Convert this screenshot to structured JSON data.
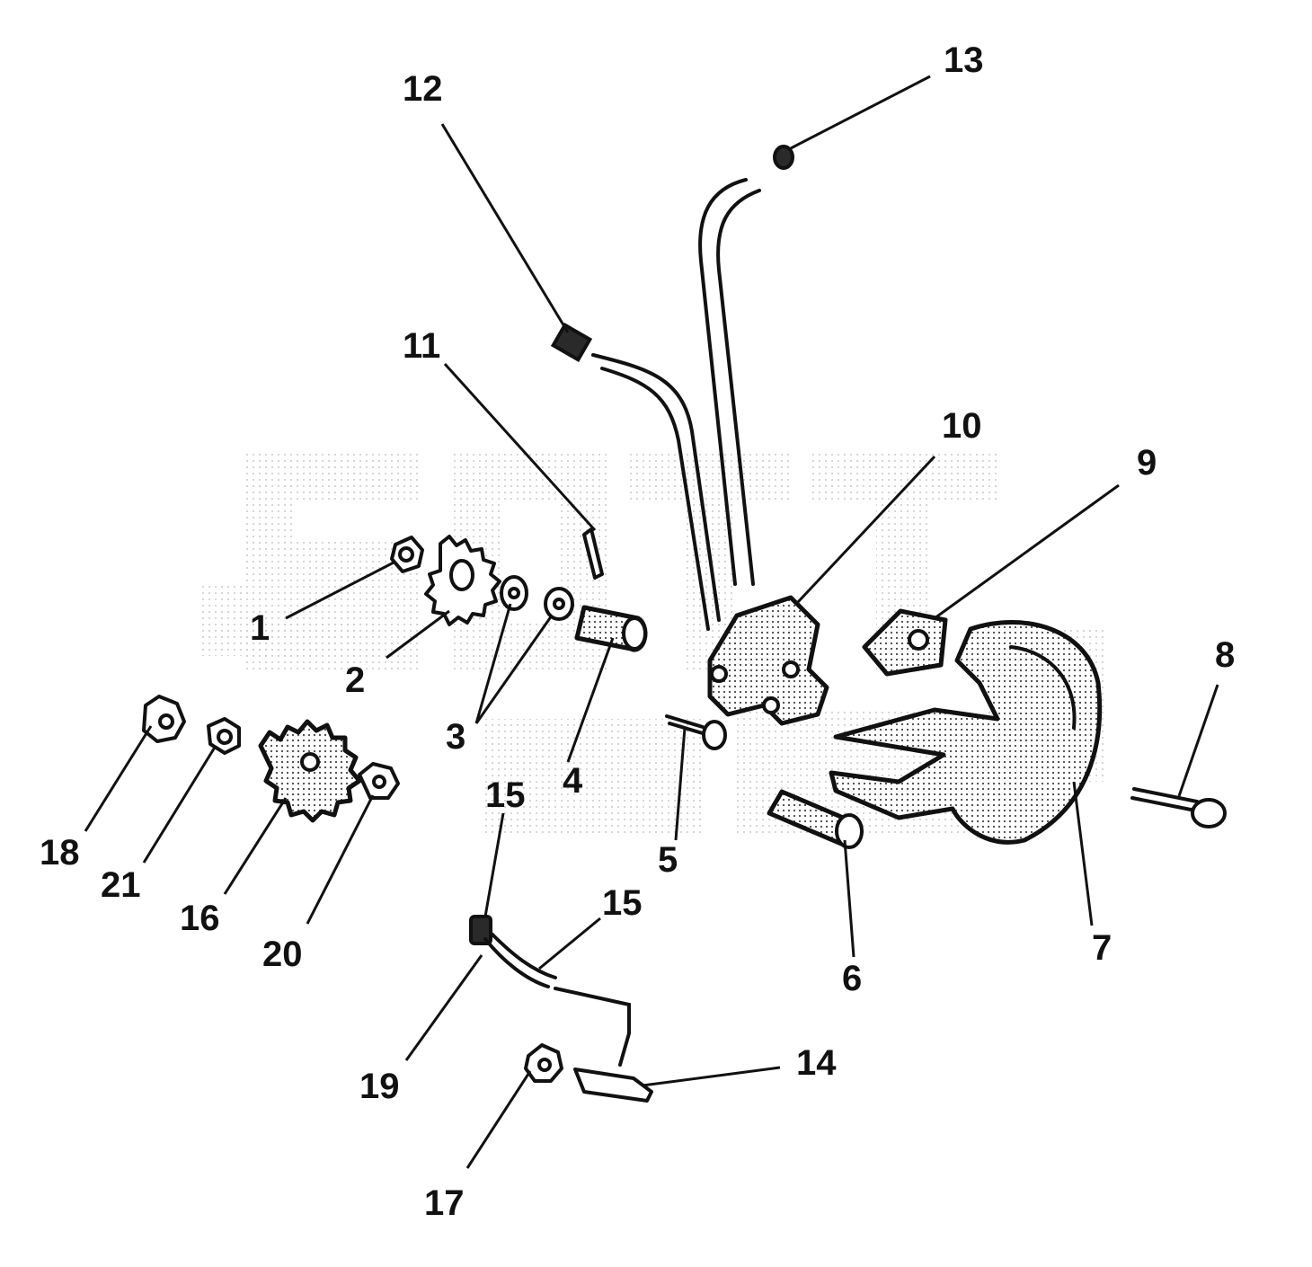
{
  "diagram": {
    "callouts": {
      "c1": "1",
      "c2": "2",
      "c3": "3",
      "c4": "4",
      "c5": "5",
      "c6": "6",
      "c7": "7",
      "c8": "8",
      "c9": "9",
      "c10": "10",
      "c11": "11",
      "c12": "12",
      "c13": "13",
      "c14": "14",
      "c15a": "15",
      "c15b": "15",
      "c16": "16",
      "c17": "17",
      "c18": "18",
      "c19": "19",
      "c20": "20",
      "c21": "21"
    }
  }
}
